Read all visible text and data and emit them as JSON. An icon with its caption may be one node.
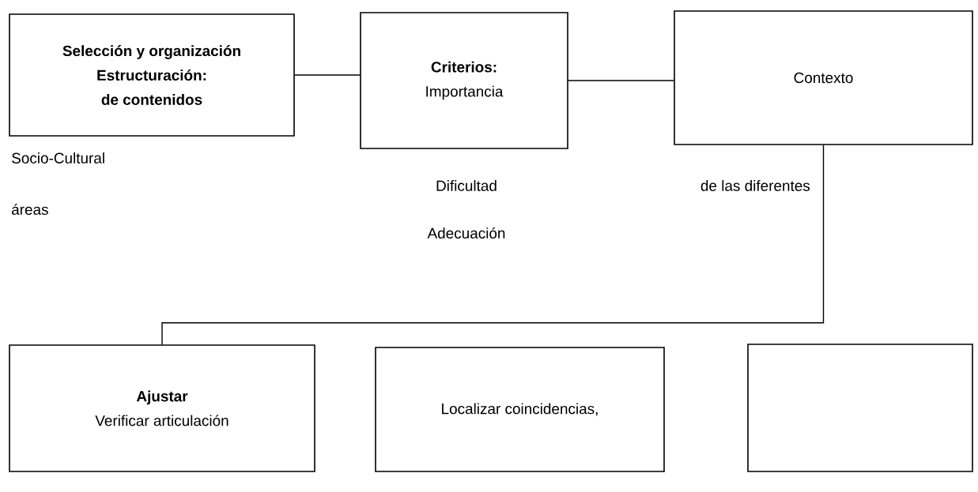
{
  "diagram": {
    "nodes": [
      {
        "text": [
          "Selección y organización",
          "Estructuración:",
          "de contenidos"
        ],
        "beside": [
          "Socio-Cultural",
          "áreas"
        ]
      },
      {
        "text": [
          "Criterios:",
          "Importancia"
        ],
        "beside": [
          "Dificultad",
          "Adecuación"
        ]
      },
      {
        "text": [
          "Contexto"
        ],
        "beside": [
          "de las diferentes"
        ]
      },
      {
        "text": [
          "Ajustar",
          "Verificar articulación"
        ]
      },
      {
        "text": [
          "Localizar coincidencias,"
        ]
      },
      {
        "text": [],
        "shape": "box"
      }
    ],
    "edges": [
      {
        "from": 0,
        "to": 1,
        "arrow": "none"
      },
      {
        "from": 1,
        "to": 2,
        "arrow": "none"
      },
      {
        "from": 2,
        "to": 3,
        "arrow": "none"
      }
    ]
  }
}
